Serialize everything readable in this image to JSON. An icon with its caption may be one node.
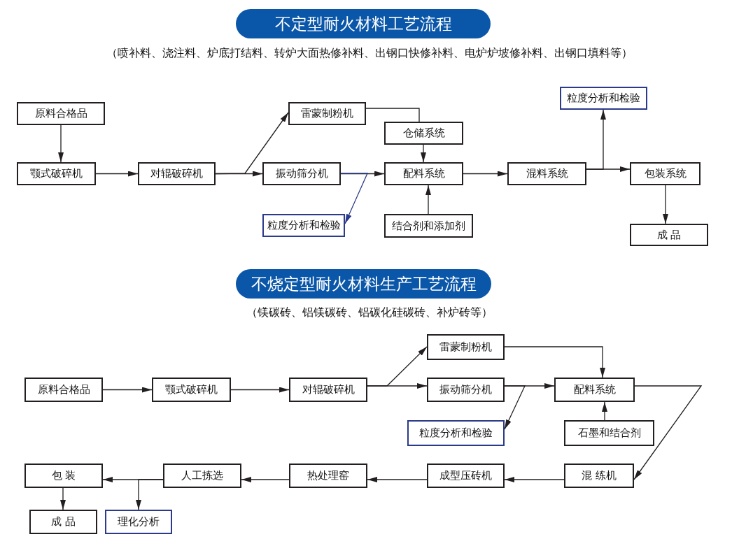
{
  "diagram": {
    "nodes": [
      {
        "text": [
          "不定型耐火材料工艺流程"
        ]
      },
      {
        "text": [
          "原料合格品"
        ]
      },
      {
        "text": [
          "颚式破碎机"
        ]
      },
      {
        "text": [
          "对辊破碎机"
        ]
      },
      {
        "text": [
          "雷蒙制粉机"
        ]
      },
      {
        "text": [
          "振动筛分机"
        ]
      },
      {
        "text": [
          "仓储系统"
        ]
      },
      {
        "text": [
          "配料系统"
        ]
      },
      {
        "text": [
          "粒度分析和检验"
        ]
      },
      {
        "text": [
          "结合剂和添加剂"
        ]
      },
      {
        "text": [
          "混料系统"
        ]
      },
      {
        "text": [
          "粒度分析和检验"
        ]
      },
      {
        "text": [
          "包装系统"
        ]
      },
      {
        "text": [
          "成 品"
        ]
      },
      {
        "text": [
          "不烧定型耐火材料生产工艺流程"
        ]
      },
      {
        "text": [
          "原料合格品"
        ]
      },
      {
        "text": [
          "颚式破碎机"
        ]
      },
      {
        "text": [
          "对辊破碎机"
        ]
      },
      {
        "text": [
          "雷蒙制粉机"
        ]
      },
      {
        "text": [
          "振动筛分机"
        ]
      },
      {
        "text": [
          "配料系统"
        ]
      },
      {
        "text": [
          "粒度分析和检验"
        ]
      },
      {
        "text": [
          "石墨和结合剂"
        ]
      },
      {
        "text": [
          "包 装"
        ]
      },
      {
        "text": [
          "人工拣选"
        ]
      },
      {
        "text": [
          "热处理窑"
        ]
      },
      {
        "text": [
          "成型压砖机"
        ]
      },
      {
        "text": [
          "混 练机"
        ]
      },
      {
        "text": [
          "成 品"
        ]
      },
      {
        "text": [
          "理化分析"
        ]
      }
    ],
    "edges": [
      {
        "from": 1,
        "to": 2,
        "arrow": "to"
      },
      {
        "from": 2,
        "to": 3,
        "arrow": "to"
      },
      {
        "from": 3,
        "to": 5,
        "arrow": "to"
      },
      {
        "from": 3,
        "to": 4,
        "arrow": "to"
      },
      {
        "from": 4,
        "to": 6,
        "arrow": "none"
      },
      {
        "from": 6,
        "to": 7,
        "arrow": "to"
      },
      {
        "from": 5,
        "to": 7,
        "arrow": "to"
      },
      {
        "from": 5,
        "to": 8,
        "arrow": "to",
        "color": "#2b3a8a"
      },
      {
        "from": 9,
        "to": 7,
        "arrow": "to"
      },
      {
        "from": 7,
        "to": 10,
        "arrow": "to"
      },
      {
        "from": 10,
        "to": 11,
        "arrow": "to"
      },
      {
        "from": 10,
        "to": 12,
        "arrow": "to"
      },
      {
        "from": 12,
        "to": 13,
        "arrow": "to"
      },
      {
        "from": 15,
        "to": 16,
        "arrow": "to"
      },
      {
        "from": 16,
        "to": 17,
        "arrow": "to"
      },
      {
        "from": 17,
        "to": 19,
        "arrow": "to"
      },
      {
        "from": 17,
        "to": 18,
        "arrow": "to"
      },
      {
        "from": 18,
        "to": 20,
        "arrow": "to"
      },
      {
        "from": 19,
        "to": 20,
        "arrow": "to"
      },
      {
        "from": 19,
        "to": 21,
        "arrow": "to"
      },
      {
        "from": 22,
        "to": 20,
        "arrow": "to"
      },
      {
        "from": 20,
        "to": 27,
        "arrow": "to"
      },
      {
        "from": 27,
        "to": 26,
        "arrow": "to"
      },
      {
        "from": 26,
        "to": 25,
        "arrow": "to"
      },
      {
        "from": 25,
        "to": 24,
        "arrow": "to"
      },
      {
        "from": 24,
        "to": 23,
        "arrow": "to"
      },
      {
        "from": 24,
        "to": 29,
        "arrow": "to"
      },
      {
        "from": 23,
        "to": 28,
        "arrow": "to"
      }
    ],
    "labels": [
      "（喷补料、浇注料、炉底打结料、转炉大面热修补料、出钢口快修补料、电炉炉坡修补料、出钢口填料等）",
      "（镁碳砖、铝镁碳砖、铝碳化硅碳砖、补炉砖等）"
    ]
  }
}
